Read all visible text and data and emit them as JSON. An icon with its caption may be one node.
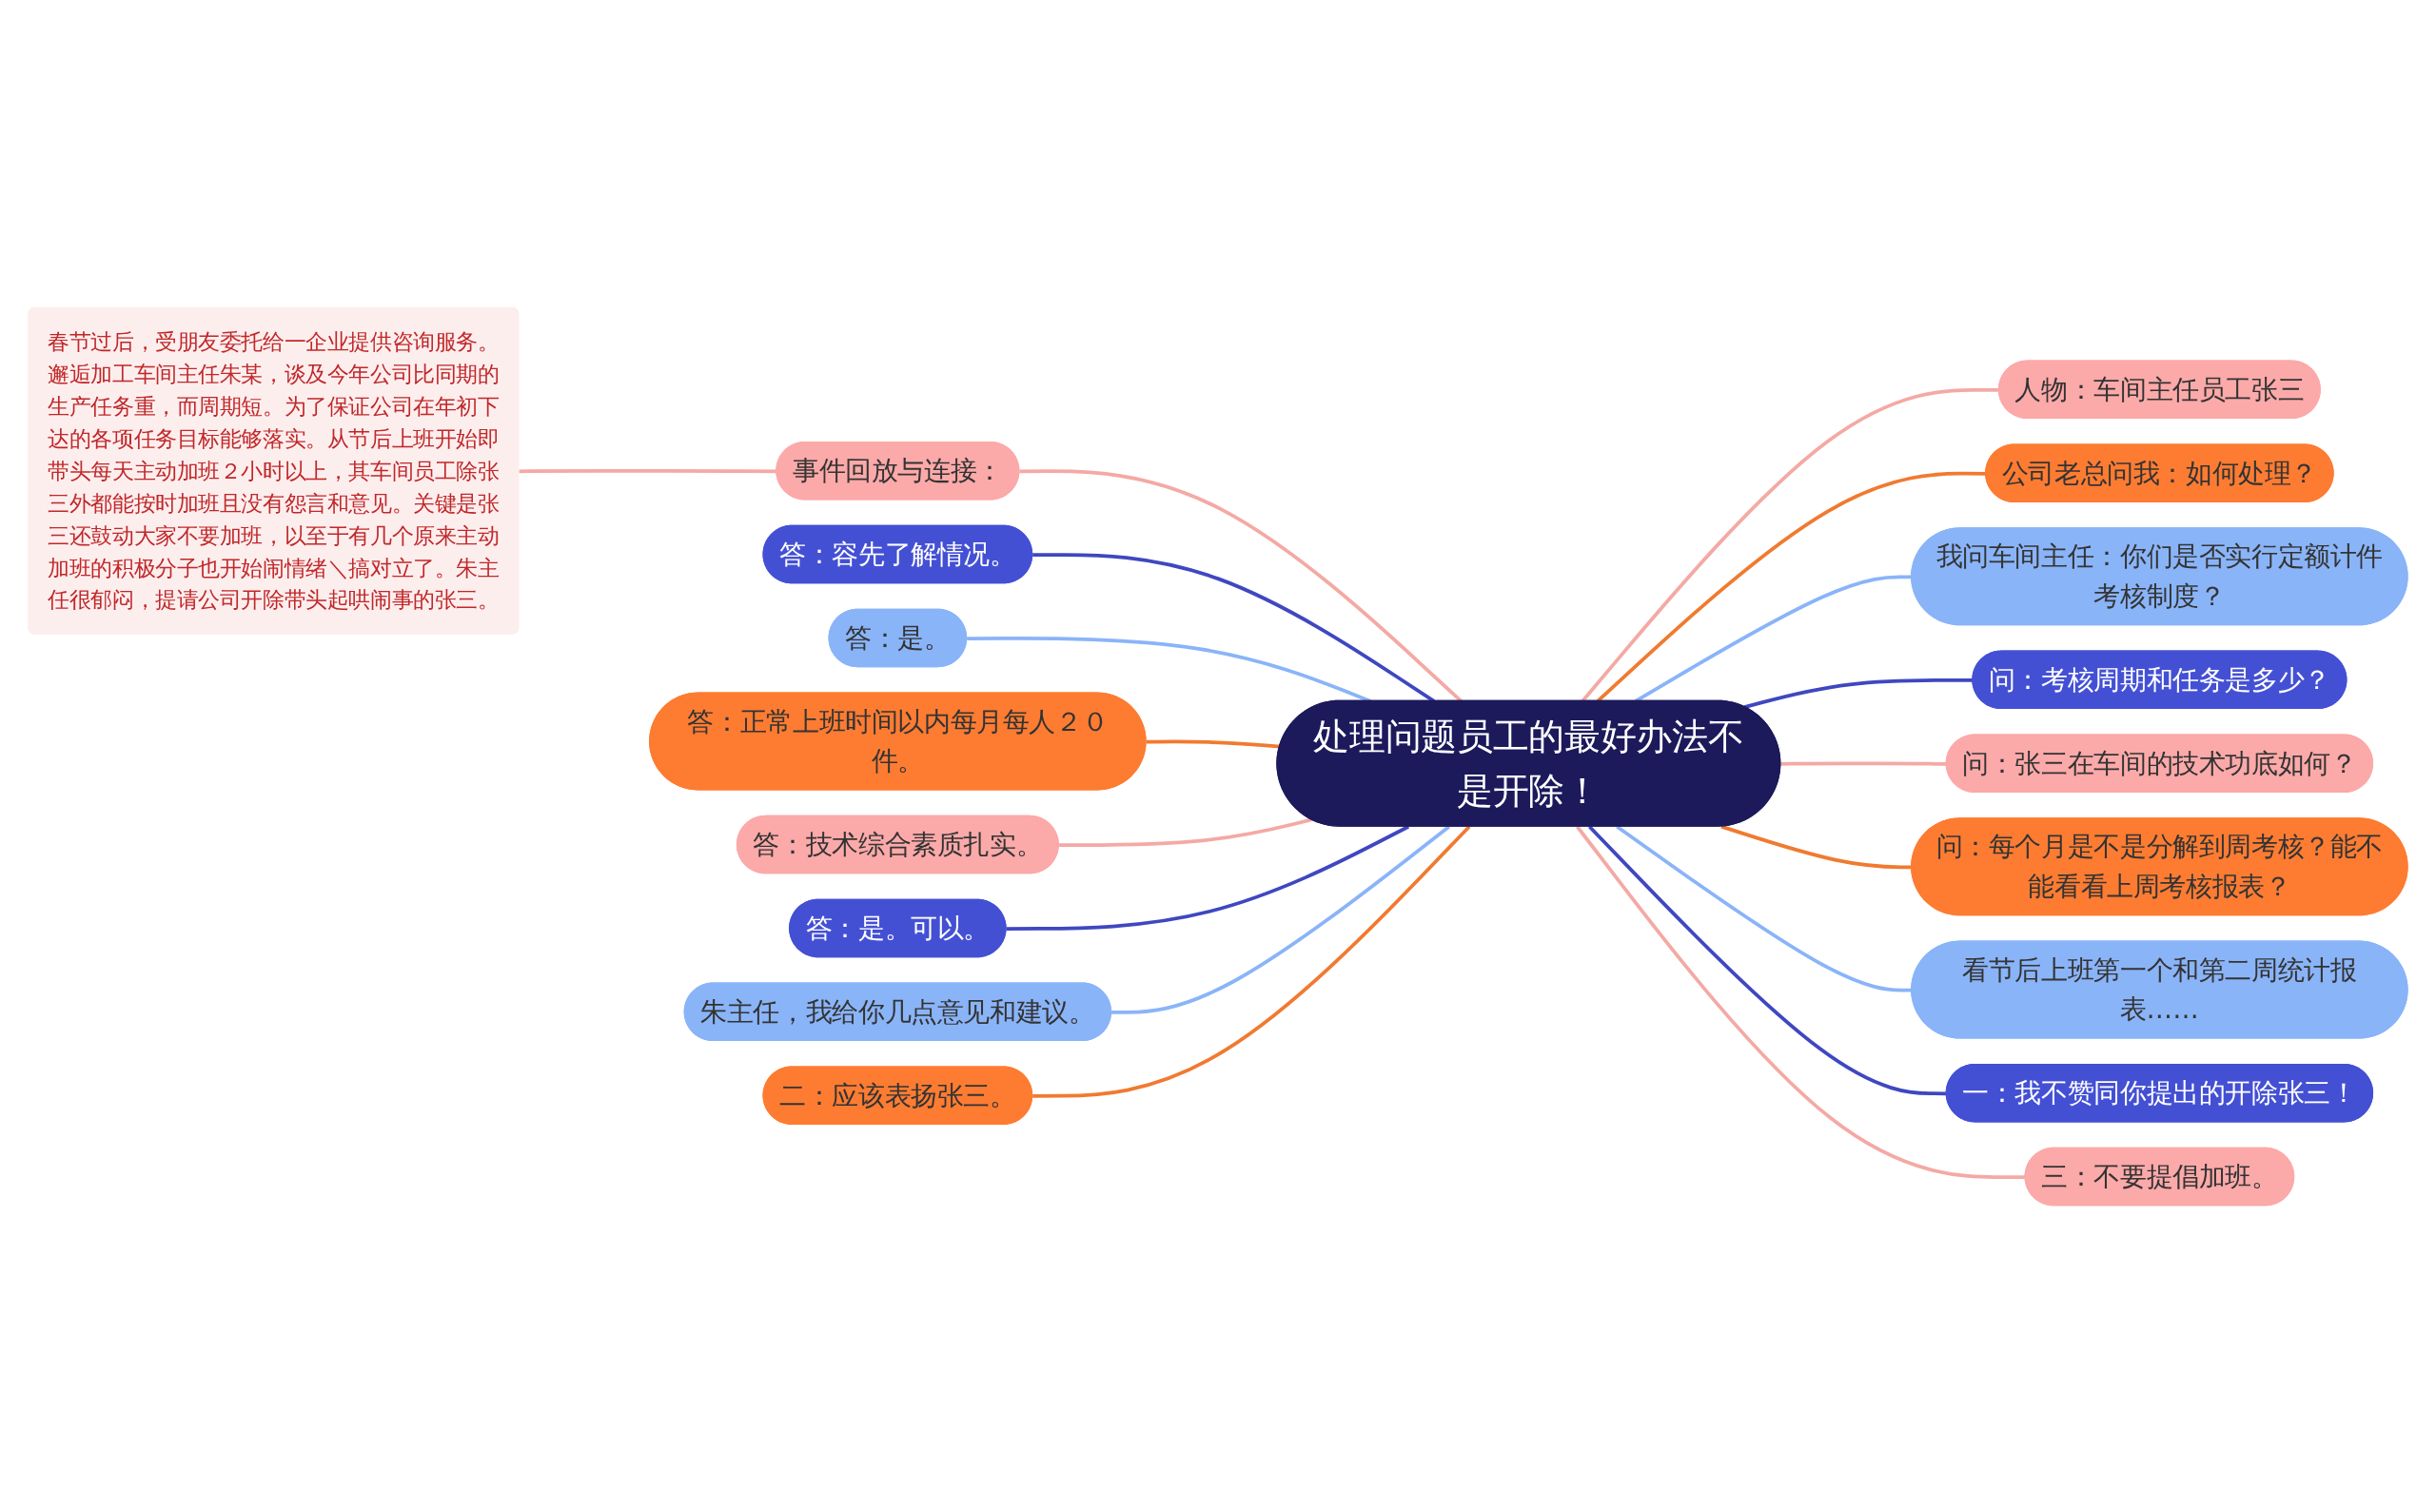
{
  "diagram": {
    "nodes": [
      {
        "text": [
          "处理问题员工的最好办法不是开除！"
        ]
      },
      {
        "text": [
          "春节过后，受朋友委托给一企业提供咨询服务。邂逅加工车间主任朱某，谈及今年公司比同期的生产任务重，而周期短。为了保证公司在年初下达的各项任务目标能够落实。从节后上班开始即带头每天主动加班２小时以上，其车间员工除张三外都能按时加班且没有怨言和意见。关键是张三还鼓动大家不要加班，以至于有几个原来主动加班的积极分子也开始闹情绪＼搞对立了。朱主任很郁闷，提请公司开除带头起哄闹事的张三。"
        ]
      },
      {
        "text": [
          "事件回放与连接："
        ]
      },
      {
        "text": [
          "答：容先了解情况。"
        ]
      },
      {
        "text": [
          "答：是。"
        ]
      },
      {
        "text": [
          "答：正常上班时间以内每月每人２０件。"
        ]
      },
      {
        "text": [
          "答：技术综合素质扎实。"
        ]
      },
      {
        "text": [
          "答：是。可以。"
        ]
      },
      {
        "text": [
          "朱主任，我给你几点意见和建议。"
        ]
      },
      {
        "text": [
          "二：应该表扬张三。"
        ]
      },
      {
        "text": [
          "人物：车间主任员工张三"
        ]
      },
      {
        "text": [
          "公司老总问我：如何处理？"
        ]
      },
      {
        "text": [
          "我问车间主任：你们是否实行定额计件考核制度？"
        ]
      },
      {
        "text": [
          "问：考核周期和任务是多少？"
        ]
      },
      {
        "text": [
          "问：张三在车间的技术功底如何？"
        ]
      },
      {
        "text": [
          "问：每个月是不是分解到周考核？能不能看看上周考核报表？"
        ]
      },
      {
        "text": [
          "看节后上班第一个和第二周统计报表……"
        ]
      },
      {
        "text": [
          "一：我不赞同你提出的开除张三！"
        ]
      },
      {
        "text": [
          "三：不要提倡加班。"
        ]
      }
    ],
    "edges": [
      {
        "from": 1,
        "to": 2,
        "arrow": "none"
      },
      {
        "from": 2,
        "to": 0,
        "arrow": "none"
      },
      {
        "from": 3,
        "to": 0,
        "arrow": "none",
        "color": "#3f47c0"
      },
      {
        "from": 4,
        "to": 0,
        "arrow": "none",
        "color": "#8ab4f8"
      },
      {
        "from": 5,
        "to": 0,
        "arrow": "none",
        "color": "#f07a30"
      },
      {
        "from": 6,
        "to": 0,
        "arrow": "none"
      },
      {
        "from": 7,
        "to": 0,
        "arrow": "none",
        "color": "#3f47c0"
      },
      {
        "from": 8,
        "to": 0,
        "arrow": "none",
        "color": "#8ab4f8"
      },
      {
        "from": 9,
        "to": 0,
        "arrow": "none",
        "color": "#f07a30"
      },
      {
        "from": 0,
        "to": 10,
        "arrow": "none"
      },
      {
        "from": 0,
        "to": 11,
        "arrow": "none",
        "color": "#f07a30"
      },
      {
        "from": 0,
        "to": 12,
        "arrow": "none",
        "color": "#8ab4f8"
      },
      {
        "from": 0,
        "to": 13,
        "arrow": "none",
        "color": "#3f47c0"
      },
      {
        "from": 0,
        "to": 14,
        "arrow": "none"
      },
      {
        "from": 0,
        "to": 15,
        "arrow": "none",
        "color": "#f07a30"
      },
      {
        "from": 0,
        "to": 16,
        "arrow": "none",
        "color": "#8ab4f8"
      },
      {
        "from": 0,
        "to": 17,
        "arrow": "none",
        "color": "#3f47c0"
      },
      {
        "from": 0,
        "to": 18,
        "arrow": "none"
      }
    ]
  }
}
